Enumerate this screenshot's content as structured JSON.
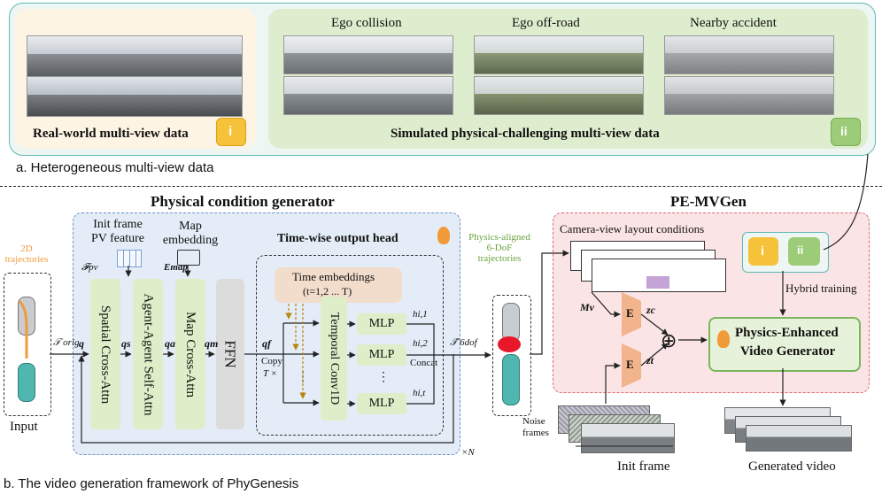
{
  "section_a": {
    "caption": "a. Heterogeneous multi-view data",
    "real_world_label": "Real-world multi-view data",
    "simulated_label": "Simulated physical-challenging multi-view data",
    "scenario_titles": [
      "Ego collision",
      "Ego off-road",
      "Nearby accident"
    ],
    "db_badge_1": "i",
    "db_badge_2": "ii"
  },
  "section_b": {
    "caption": "b. The video generation framework of PhyGenesis"
  },
  "generator": {
    "title": "Physical condition generator",
    "input_label": "Input",
    "trajectories_2d": "2D\ntrajectories",
    "init_frame_pv": "Init frame\nPV feature",
    "map_embedding": "Map\nembedding",
    "f_pv": "𝓕pv",
    "e_map": "Emap",
    "traj_orig": "𝒯 orig",
    "spatial_cross_attn": "Spatial Cross-Attn",
    "agent_self_attn": "Agent-Agent Self-Attn",
    "map_cross_attn": "Map Cross-Attn",
    "ffn": "FFN",
    "q": "q",
    "q_s": "qs",
    "q_a": "qa",
    "q_m": "qm",
    "q_f": "qf",
    "copy": "Copy",
    "times": "T ×",
    "repeat_n": "×N"
  },
  "output_head": {
    "title": "Time-wise output head",
    "time_embeddings": "Time embeddings",
    "time_range": "(t=1,2 ... T)",
    "temporal_conv": "Temporal Conv1D",
    "mlp": "MLP",
    "h1": "hi,1",
    "h2": "hi,2",
    "ht": "hi,t",
    "concat": "Concat",
    "dots": "⋮",
    "physics_aligned": "Physics-aligned\n6-DoF\ntrajectories",
    "traj_6dof": "𝒯̂ 6dof"
  },
  "pe_mvgen": {
    "title": "PE-MVGen",
    "layout_conditions": "Camera-view layout conditions",
    "m_v": "Mv",
    "z_c": "zc",
    "z_t": "zt",
    "encoder": "E",
    "plus": "⊕",
    "hybrid_training": "Hybrid training",
    "generator_line1": "Physics-Enhanced",
    "generator_line2": "Video Generator",
    "noise_frames": "Noise\nframes",
    "init_frame": "Init frame",
    "generated_video": "Generated video"
  },
  "colors": {
    "teal_border": "#5fb8b3",
    "blue_dashed": "#6a93cf",
    "red_dashed": "#de6b73",
    "green_text": "#6aa23e",
    "orange": "#f19a3a",
    "box_green": "#ddeec8",
    "encoder_orange": "#f2b48c"
  }
}
